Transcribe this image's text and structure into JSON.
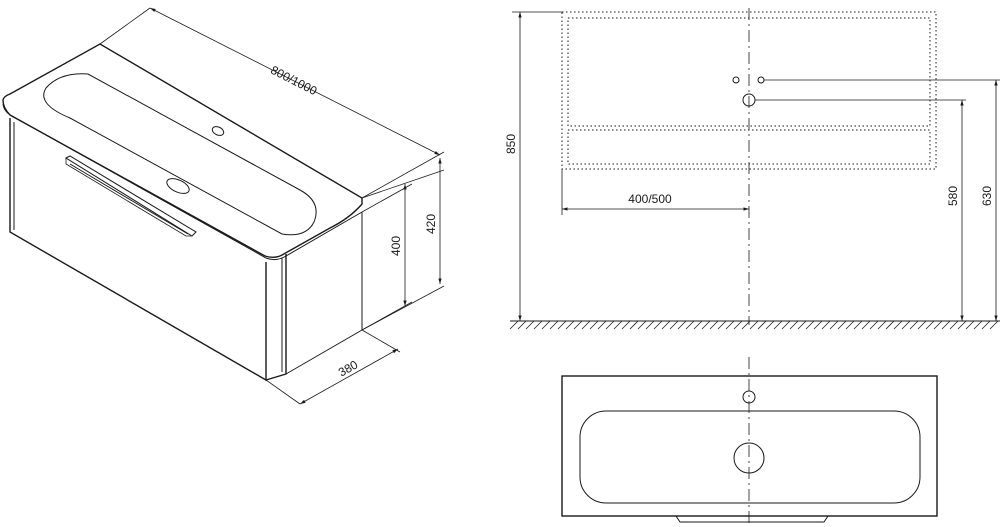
{
  "dimensions": {
    "width": "800/1000",
    "cabinet_height": "400",
    "total_height": "420",
    "depth": "380",
    "mount_height": "850",
    "half_width": "400/500",
    "drain_height": "580",
    "tap_height": "630"
  },
  "colors": {
    "line": "#1a1a1a",
    "background": "#ffffff"
  }
}
